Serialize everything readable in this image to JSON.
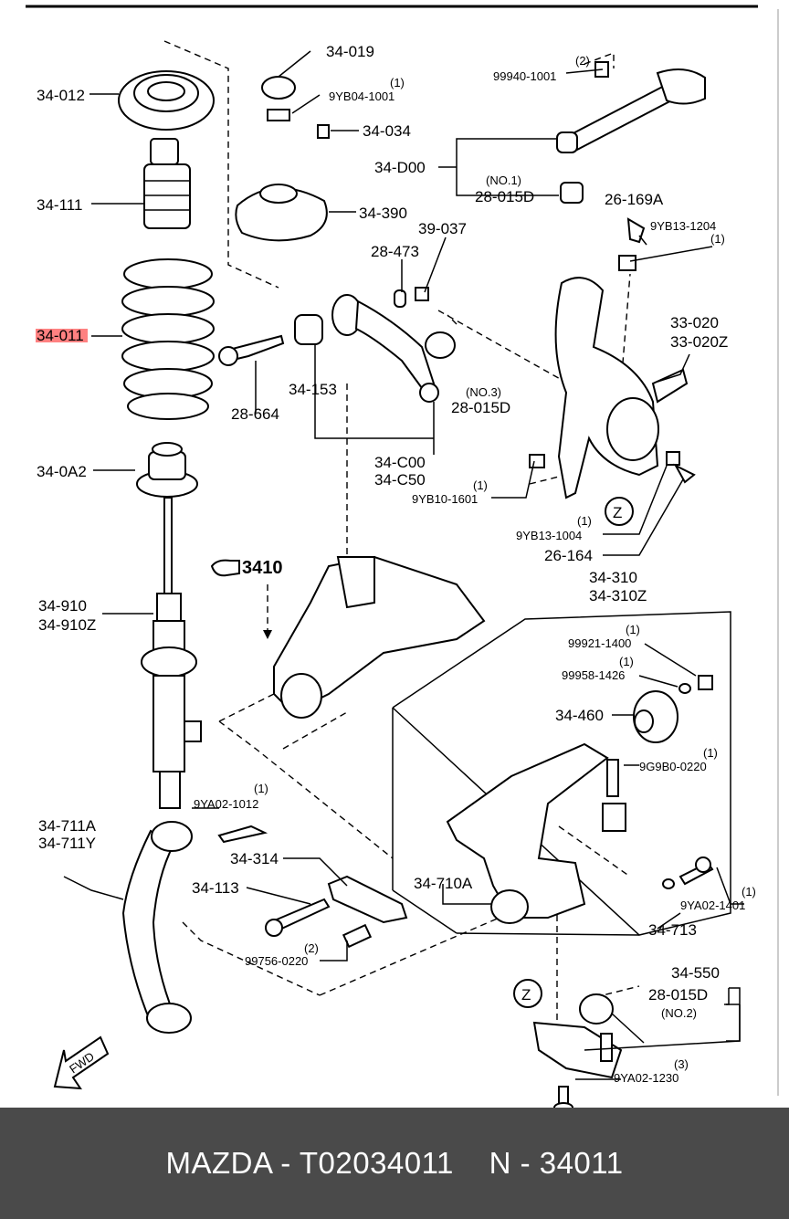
{
  "labels": {
    "l_34_019": "34-019",
    "l_9yb04": "9YB04-1001",
    "q_9yb04": "(1)",
    "l_34_012": "34-012",
    "l_34_034": "34-034",
    "l_34_d00": "34-D00",
    "l_no1": "(NO.1)",
    "l_28_015d_1": "28-015D",
    "l_34_111": "34-111",
    "l_34_390": "34-390",
    "l_39_037": "39-037",
    "l_28_473": "28-473",
    "l_26_169a": "26-169A",
    "l_9yb13_1204": "9YB13-1204",
    "q_9yb13_1204": "(1)",
    "l_99940": "99940-1001",
    "q_99940": "(2)",
    "l_34_011": "34-011",
    "l_33_020": "33-020",
    "l_33_020z": "33-020Z",
    "l_34_153": "34-153",
    "l_no3": "(NO.3)",
    "l_28_015d_3": "28-015D",
    "l_28_664": "28-664",
    "l_34_0a2": "34-0A2",
    "l_34_c00": "34-C00",
    "l_34_c50": "34-C50",
    "l_9yb10": "9YB10-1601",
    "q_9yb10": "(1)",
    "l_9yb13_1004": "9YB13-1004",
    "q_9yb13_1004": "(1)",
    "l_26_164": "26-164",
    "l_3410": "3410",
    "l_34_910": "34-910",
    "l_34_910z": "34-910Z",
    "l_34_310": "34-310",
    "l_34_310z": "34-310Z",
    "l_99921": "99921-1400",
    "q_99921": "(1)",
    "l_99958": "99958-1426",
    "q_99958": "(1)",
    "l_34_460": "34-460",
    "l_9g9b0": "9G9B0-0220",
    "q_9g9b0": "(1)",
    "l_9ya02_1012": "9YA02-1012",
    "q_9ya02_1012": "(1)",
    "l_34_711a": "34-711A",
    "l_34_711y": "34-711Y",
    "l_34_314": "34-314",
    "l_34_113": "34-113",
    "l_34_710a": "34-710A",
    "l_9ya02_1401": "9YA02-1401",
    "q_9ya02_1401": "(1)",
    "l_34_713": "34-713",
    "l_99756": "99756-0220",
    "q_99756": "(2)",
    "l_34_550": "34-550",
    "l_28_015d_2": "28-015D",
    "l_no2": "(NO.2)",
    "l_9ya02_1230": "9YA02-1230",
    "q_9ya02_1230": "(3)",
    "z1": "Z",
    "z2": "Z",
    "fwd": "FWD"
  },
  "highlight_color": "#ff6b6b",
  "footer_text": "MAZDA - T02034011    N - 34011"
}
